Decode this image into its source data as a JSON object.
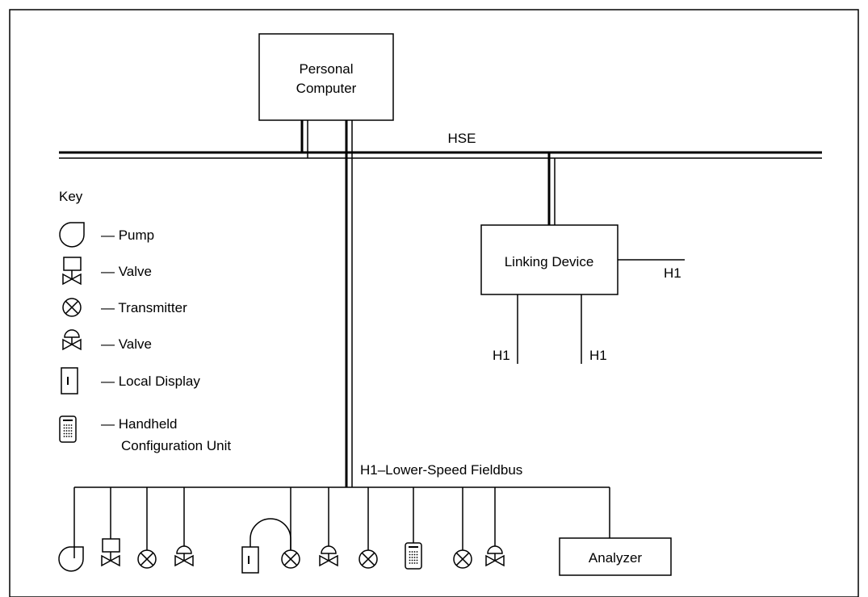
{
  "pc": {
    "line1": "Personal",
    "line2": "Computer"
  },
  "hse_label": "HSE",
  "linking_device": "Linking Device",
  "h1_right": "H1",
  "h1_left_drop": "H1",
  "h1_right_drop": "H1",
  "h1_bus_label": "H1–Lower-Speed Fieldbus",
  "analyzer": "Analyzer",
  "key": {
    "title": "Key",
    "items": [
      {
        "icon": "pump-icon",
        "label": "— Pump"
      },
      {
        "icon": "valve-icon",
        "label": "— Valve"
      },
      {
        "icon": "transmitter-icon",
        "label": "— Transmitter"
      },
      {
        "icon": "control-valve-icon",
        "label": "— Valve"
      },
      {
        "icon": "local-display-icon",
        "label": "— Local Display"
      },
      {
        "icon": "handheld-unit-icon",
        "label": "— Handheld",
        "label2": "Configuration Unit"
      }
    ]
  },
  "devices": [
    "pump-icon",
    "valve-icon",
    "transmitter-icon",
    "control-valve-icon",
    "local-display-icon",
    "transmitter-icon",
    "control-valve-icon",
    "transmitter-icon",
    "handheld-unit-icon",
    "transmitter-icon",
    "control-valve-icon"
  ]
}
